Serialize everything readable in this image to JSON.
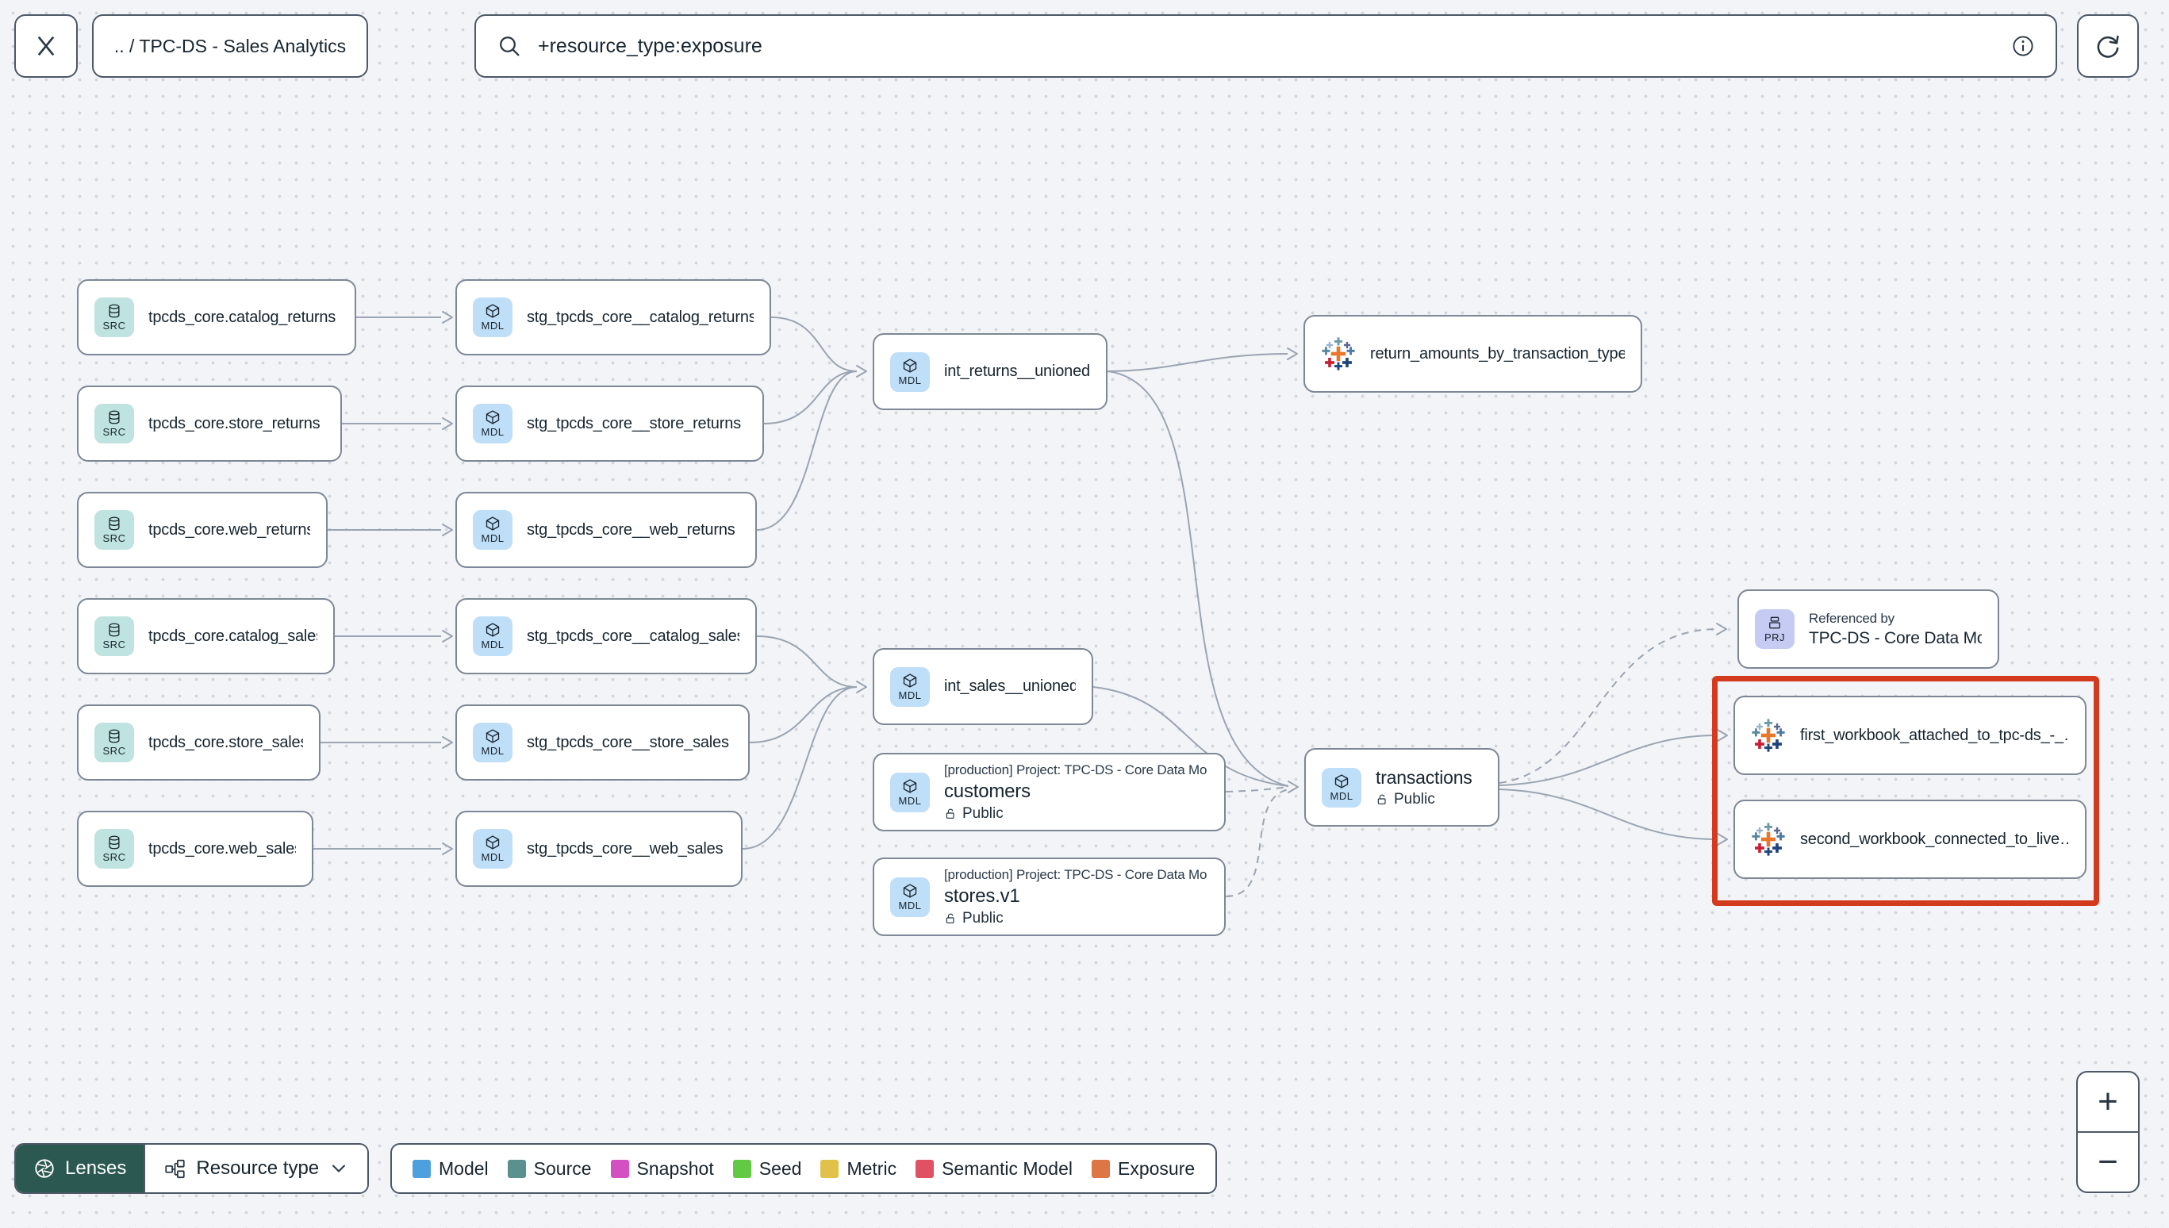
{
  "toolbar": {
    "breadcrumb": ".. / TPC-DS - Sales Analytics",
    "search_value": "+resource_type:exposure"
  },
  "graph": {
    "sources": [
      {
        "badge": "SRC",
        "label": "tpcds_core.catalog_returns"
      },
      {
        "badge": "SRC",
        "label": "tpcds_core.store_returns"
      },
      {
        "badge": "SRC",
        "label": "tpcds_core.web_returns"
      },
      {
        "badge": "SRC",
        "label": "tpcds_core.catalog_sales"
      },
      {
        "badge": "SRC",
        "label": "tpcds_core.store_sales"
      },
      {
        "badge": "SRC",
        "label": "tpcds_core.web_sales"
      }
    ],
    "staging": [
      {
        "badge": "MDL",
        "label": "stg_tpcds_core__catalog_returns"
      },
      {
        "badge": "MDL",
        "label": "stg_tpcds_core__store_returns"
      },
      {
        "badge": "MDL",
        "label": "stg_tpcds_core__web_returns"
      },
      {
        "badge": "MDL",
        "label": "stg_tpcds_core__catalog_sales"
      },
      {
        "badge": "MDL",
        "label": "stg_tpcds_core__store_sales"
      },
      {
        "badge": "MDL",
        "label": "stg_tpcds_core__web_sales"
      }
    ],
    "int_returns": {
      "badge": "MDL",
      "label": "int_returns__unioned"
    },
    "int_sales": {
      "badge": "MDL",
      "label": "int_sales__unioned"
    },
    "customers": {
      "badge": "MDL",
      "context": "[production] Project: TPC-DS - Core Data Mo…",
      "label": "customers",
      "access": "Public"
    },
    "stores": {
      "badge": "MDL",
      "context": "[production] Project: TPC-DS - Core Data Mo…",
      "label": "stores.v1",
      "access": "Public"
    },
    "transactions": {
      "badge": "MDL",
      "label": "transactions",
      "access": "Public"
    },
    "exposure_return_amounts": {
      "label": "return_amounts_by_transaction_type"
    },
    "exposure_first_workbook": {
      "label": "first_workbook_attached_to_tpc-ds_-_…"
    },
    "exposure_second_workbook": {
      "label": "second_workbook_connected_to_live…"
    },
    "project_ref": {
      "badge": "PRJ",
      "title": "Referenced by",
      "label": "TPC-DS - Core Data Models"
    }
  },
  "legend": {
    "items": [
      {
        "label": "Model",
        "color": "#4e9fdd"
      },
      {
        "label": "Source",
        "color": "#5a918e"
      },
      {
        "label": "Snapshot",
        "color": "#d44fc2"
      },
      {
        "label": "Seed",
        "color": "#61c944"
      },
      {
        "label": "Metric",
        "color": "#e2c14b"
      },
      {
        "label": "Semantic Model",
        "color": "#e05263"
      },
      {
        "label": "Exposure",
        "color": "#dd7544"
      }
    ]
  },
  "controls": {
    "lenses_label": "Lenses",
    "resource_type_label": "Resource type",
    "zoom_in": "+",
    "zoom_out": "−"
  },
  "colors": {
    "selection_highlight": "#d43a1d",
    "model_badge_bg": "#bfdef7",
    "source_badge_bg": "#bfe3e0",
    "project_badge_bg": "#c5cbf2",
    "lenses_bg": "#2b5851",
    "edge": "#9aa4b2"
  },
  "icons": {
    "close": "x-icon",
    "search": "magnifier-icon",
    "info": "info-circle-icon",
    "refresh": "circular-arrow-icon",
    "source_badge": "database-icon",
    "model_badge": "cube-icon",
    "project_badge": "archive-icon",
    "public": "open-padlock-icon",
    "exposure": "tableau-logo-icon",
    "lenses": "aperture-icon",
    "resource_type": "node-graph-icon"
  }
}
